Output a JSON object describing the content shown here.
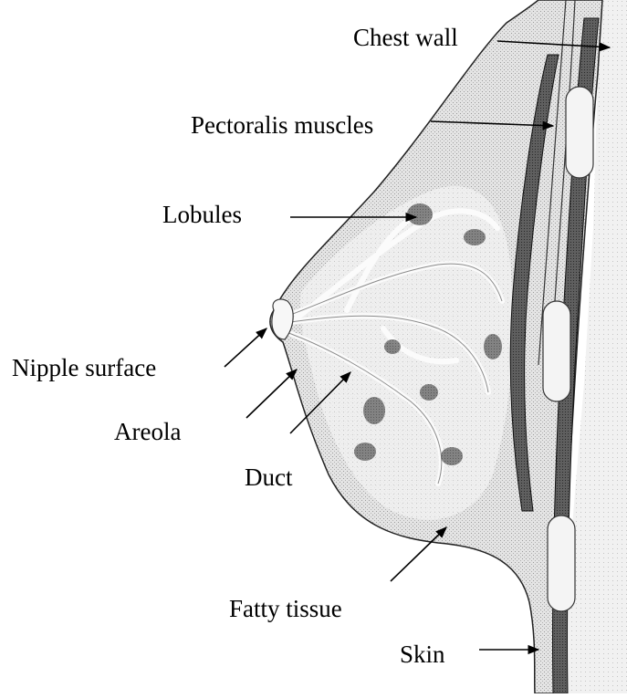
{
  "diagram": {
    "labels": {
      "chest_wall": "Chest wall",
      "pectoralis_muscles": "Pectoralis muscles",
      "lobules": "Lobules",
      "nipple_surface": "Nipple surface",
      "areola": "Areola",
      "duct": "Duct",
      "fatty_tissue": "Fatty tissue",
      "skin": "Skin"
    }
  }
}
